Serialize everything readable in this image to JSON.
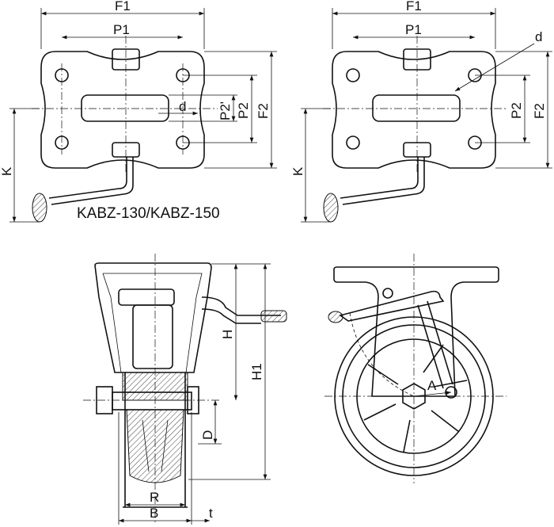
{
  "top_left_view": {
    "dim_f1": "F1",
    "dim_p1": "P1",
    "dim_d": "d",
    "dim_p2_prime": "P2'",
    "dim_p2": "P2",
    "dim_f2": "F2",
    "dim_k": "K",
    "model_label": "KABZ-130/KABZ-150"
  },
  "top_right_view": {
    "dim_f1": "F1",
    "dim_p1": "P1",
    "dim_d": "d",
    "dim_p2": "P2",
    "dim_f2": "F2",
    "dim_k": "K"
  },
  "side_view": {
    "dim_h": "H",
    "dim_h1": "H1",
    "dim_d": "D",
    "dim_r": "R",
    "dim_b": "B",
    "dim_t": "t"
  },
  "front_view": {
    "dim_a": "A"
  }
}
